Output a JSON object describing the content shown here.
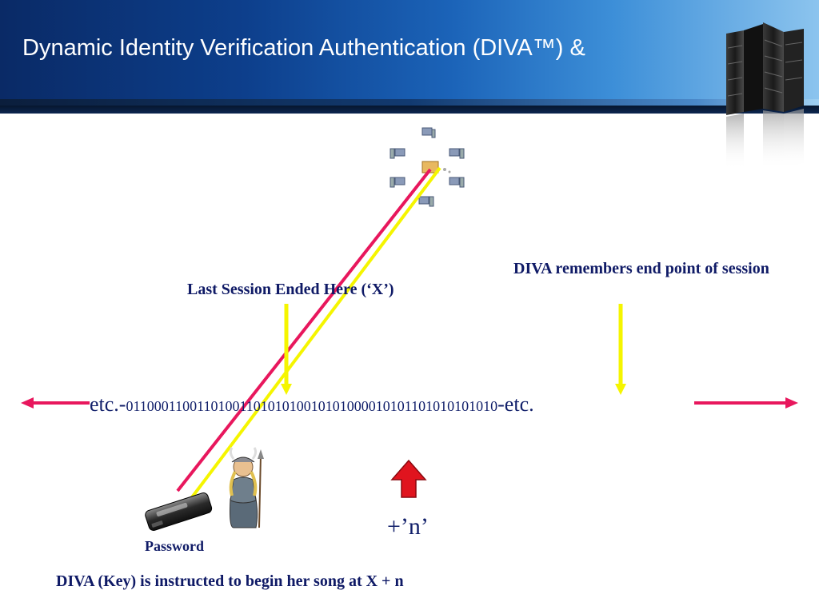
{
  "slide": {
    "title": "Dynamic Identity Verification Authentication (DIVA™) &"
  },
  "labels": {
    "diva_remembers": "DIVA remembers end point of session",
    "last_session": "Last Session Ended Here (‘X’)",
    "sequence_prefix": "etc.-",
    "sequence_bits": "0110001100110100110101010010101000010101101010101010",
    "sequence_suffix": "-etc.",
    "increment": "+’n’",
    "password": "Password",
    "diva_key": "DIVA (Key)  is instructed to begin her song at X + n"
  },
  "icons": {
    "network": "network-computers-icon",
    "server": "server-rack-icon",
    "usb_key": "usb-key-icon",
    "diva_figure": "diva-figure-icon",
    "up_arrow": "red-up-arrow-icon"
  },
  "colors": {
    "pink_line": "#e8175d",
    "yellow_line": "#f5f500",
    "text_navy": "#0f1a66",
    "up_arrow_red": "#e0141e"
  }
}
